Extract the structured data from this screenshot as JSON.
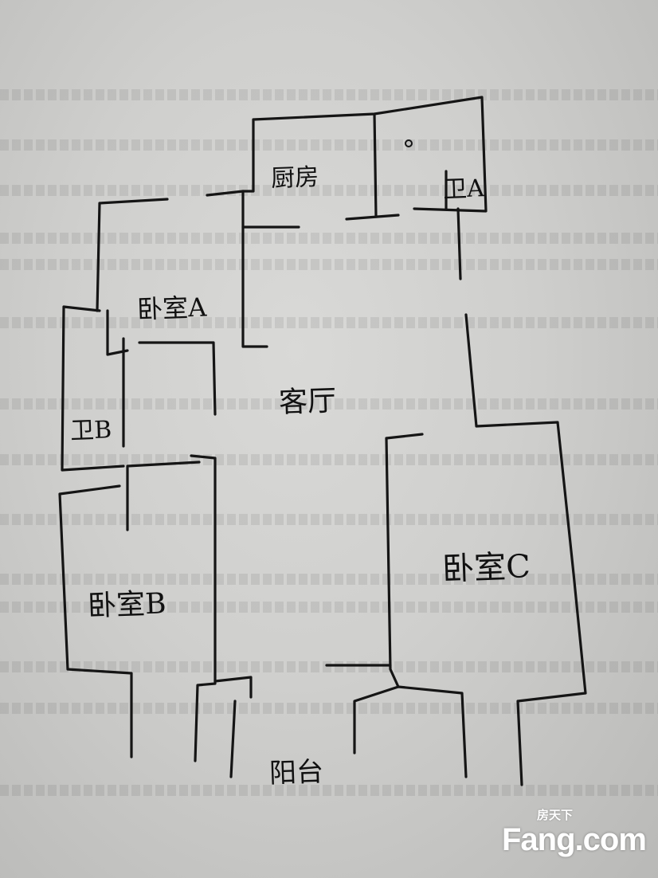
{
  "rooms": {
    "kitchen": "厨房",
    "bathroom_a": "卫A",
    "bedroom_a": "卧室A",
    "bathroom_b": "卫B",
    "living_room": "客厅",
    "bedroom_c": "卧室C",
    "bedroom_b": "卧室B",
    "balcony": "阳台"
  },
  "watermark": {
    "brand_cn": "房天下",
    "brand_en": "Fang.com"
  }
}
